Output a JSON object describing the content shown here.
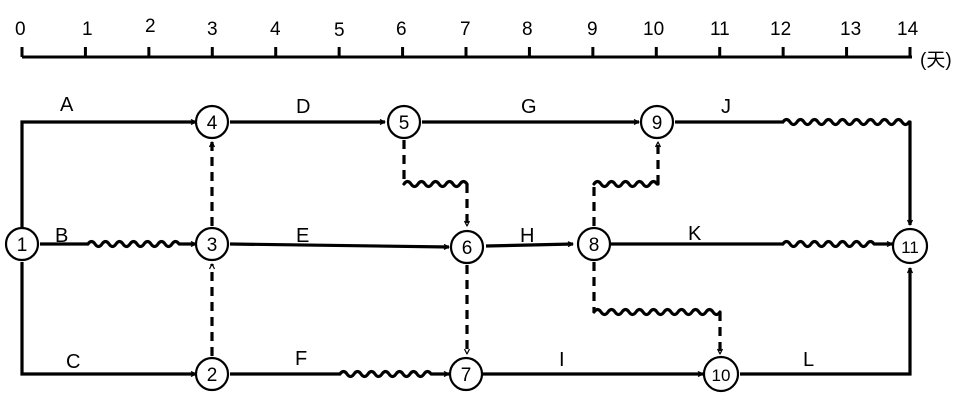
{
  "timescale": {
    "ticks": [
      "0",
      "1",
      "2",
      "3",
      "4",
      "5",
      "6",
      "7",
      "8",
      "9",
      "10",
      "11",
      "12",
      "13",
      "14"
    ],
    "unit": "(天)"
  },
  "nodes": [
    {
      "id": "n1",
      "label": "1"
    },
    {
      "id": "n2",
      "label": "2"
    },
    {
      "id": "n3",
      "label": "3"
    },
    {
      "id": "n4",
      "label": "4"
    },
    {
      "id": "n5",
      "label": "5"
    },
    {
      "id": "n6",
      "label": "6"
    },
    {
      "id": "n7",
      "label": "7"
    },
    {
      "id": "n8",
      "label": "8"
    },
    {
      "id": "n9",
      "label": "9"
    },
    {
      "id": "n10",
      "label": "10"
    },
    {
      "id": "n11",
      "label": "11"
    }
  ],
  "activities": [
    {
      "name": "A",
      "from": "1",
      "to": "4"
    },
    {
      "name": "B",
      "from": "1",
      "to": "3"
    },
    {
      "name": "C",
      "from": "1",
      "to": "2"
    },
    {
      "name": "D",
      "from": "4",
      "to": "5"
    },
    {
      "name": "E",
      "from": "3",
      "to": "6"
    },
    {
      "name": "F",
      "from": "2",
      "to": "7"
    },
    {
      "name": "G",
      "from": "5",
      "to": "9"
    },
    {
      "name": "H",
      "from": "6",
      "to": "8"
    },
    {
      "name": "I",
      "from": "7",
      "to": "10"
    },
    {
      "name": "J",
      "from": "9",
      "to": "11"
    },
    {
      "name": "K",
      "from": "8",
      "to": "11"
    },
    {
      "name": "L",
      "from": "10",
      "to": "11"
    }
  ]
}
